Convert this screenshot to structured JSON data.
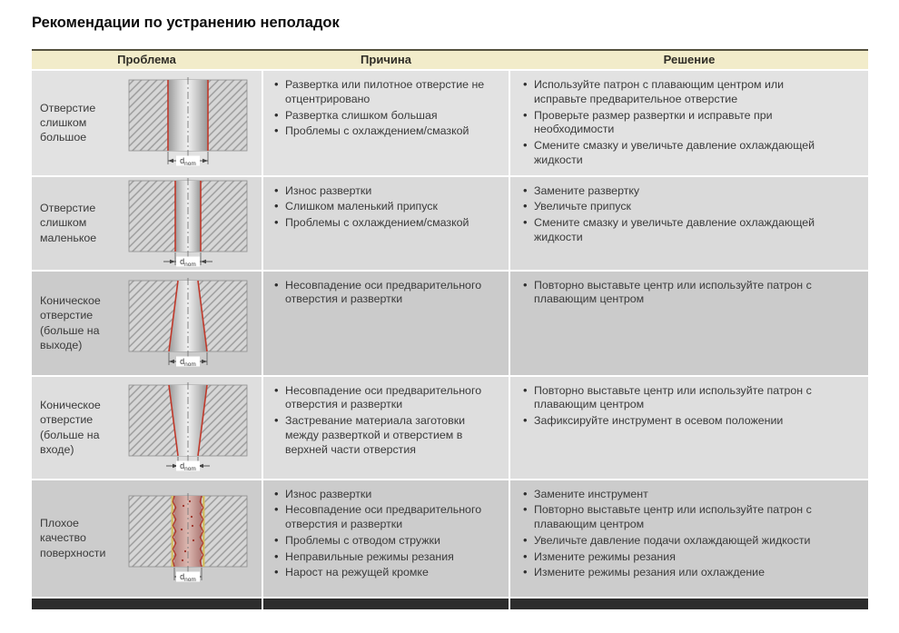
{
  "title": "Рекомендации по устранению неполадок",
  "colors": {
    "header_bg": "#f2ecca",
    "row_shades": [
      "#e2e2e2",
      "#dadada",
      "#cbcbcb",
      "#dedede",
      "#cccccc"
    ],
    "accent_red": "#c0392b",
    "bottom_bar": "#2d2d2d",
    "text": "#3a3a3a"
  },
  "table": {
    "headers": [
      "Проблема",
      "Причина",
      "Решение"
    ],
    "rows": [
      {
        "problem": "Отверстие слишком большое",
        "diagram": "hole-too-large",
        "dim_label": "dnom",
        "causes": [
          "Развертка или пилотное отверстие не отцентрировано",
          "Развертка слишком большая",
          "Проблемы с охлаждением/смазкой"
        ],
        "solutions": [
          "Используйте патрон с плавающим центром или исправьте предварительное отверстие",
          "Проверьте размер развертки и исправьте при необходимости",
          "Смените смазку и увеличьте давление охлаждающей жидкости"
        ]
      },
      {
        "problem": "Отверстие слишком маленькое",
        "diagram": "hole-too-small",
        "dim_label": "dnom",
        "causes": [
          "Износ развертки",
          "Слишком маленький припуск",
          "Проблемы с охлаждением/смазкой"
        ],
        "solutions": [
          "Замените развертку",
          "Увеличьте припуск",
          "Смените смазку и увеличьте давление охлаждающей жидкости"
        ]
      },
      {
        "problem": "Коническое отверстие (больше на выходе)",
        "diagram": "taper-exit",
        "dim_label": "dnom",
        "causes": [
          "Несовпадение оси предварительного отверстия и развертки"
        ],
        "solutions": [
          "Повторно выставьте центр или используйте патрон с плавающим центром"
        ]
      },
      {
        "problem": "Коническое отверстие (больше на входе)",
        "diagram": "taper-entry",
        "dim_label": "dnom",
        "causes": [
          "Несовпадение оси предварительного отверстия и развертки",
          "Застревание материала заготовки между разверткой и отверстием в верхней части отверстия"
        ],
        "solutions": [
          "Повторно выставьте центр или используйте патрон с плавающим центром",
          "Зафиксируйте инструмент в осевом положении"
        ]
      },
      {
        "problem": "Плохое качество поверхности",
        "diagram": "rough-surface",
        "dim_label": "dnom",
        "causes": [
          "Износ развертки",
          "Несовпадение оси предварительного отверстия и развертки",
          "Проблемы с отводом стружки",
          "Неправильные режимы резания",
          "Нарост на режущей кромке"
        ],
        "solutions": [
          "Замените инструмент",
          "Повторно выставьте центр или используйте патрон с плавающим центром",
          "Увеличьте давление подачи охлаждающей жидкости",
          "Измените режимы резания",
          "Измените режимы резания или охлаждение"
        ]
      }
    ]
  }
}
